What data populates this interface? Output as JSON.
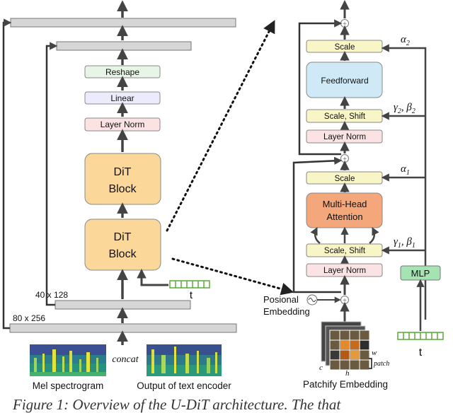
{
  "left": {
    "dit_block_top": [
      "DiT",
      "Block"
    ],
    "dit_block_bottom": [
      "DiT",
      "Block"
    ],
    "reshape": "Reshape",
    "linear": "Linear",
    "layer_norm": "Layer Norm",
    "dim_40": "40 x 128",
    "dim_80": "80 x 256",
    "t_label": "t",
    "concat": "concat",
    "mel": "Mel spectrogram",
    "text_enc": "Output of text encoder"
  },
  "right": {
    "scale_top": "Scale",
    "feedforward": "Feedforward",
    "scale_shift_top": "Scale, Shift",
    "layer_norm_top": "Layer Norm",
    "scale_mid": "Scale",
    "mha": [
      "Multi-Head",
      "Attention"
    ],
    "scale_shift_bot": "Scale, Shift",
    "layer_norm_bot": "Layer Norm",
    "alpha2": "α",
    "alpha2_sub": "2",
    "gamma2": "γ",
    "gamma2_sub": "2",
    "beta2": "β",
    "beta2_sub": "2",
    "alpha1": "α",
    "alpha1_sub": "1",
    "gamma1": "γ",
    "gamma1_sub": "1",
    "beta1": "β",
    "beta1_sub": "1",
    "mlp": "MLP",
    "pos_emb": [
      "Posional",
      "Embedding"
    ],
    "t_label": "t",
    "patchify": "Patchify Embedding",
    "w": "w",
    "patch": "patch",
    "c": "c",
    "h": "h"
  },
  "caption": "Figure 1: Overview of the U-DiT architecture. The that",
  "colors": {
    "dit": "#fbd89a",
    "reshape": "#e6f5e6",
    "linear": "#ecebfb",
    "layernorm": "#fbe3e3",
    "scale": "#f8f5c6",
    "feedforward": "#cfeaf6",
    "mha": "#f4a77a",
    "mlp": "#a6e3b2",
    "grey_bar": "#d6d6d6",
    "token": "#7cc04a"
  }
}
